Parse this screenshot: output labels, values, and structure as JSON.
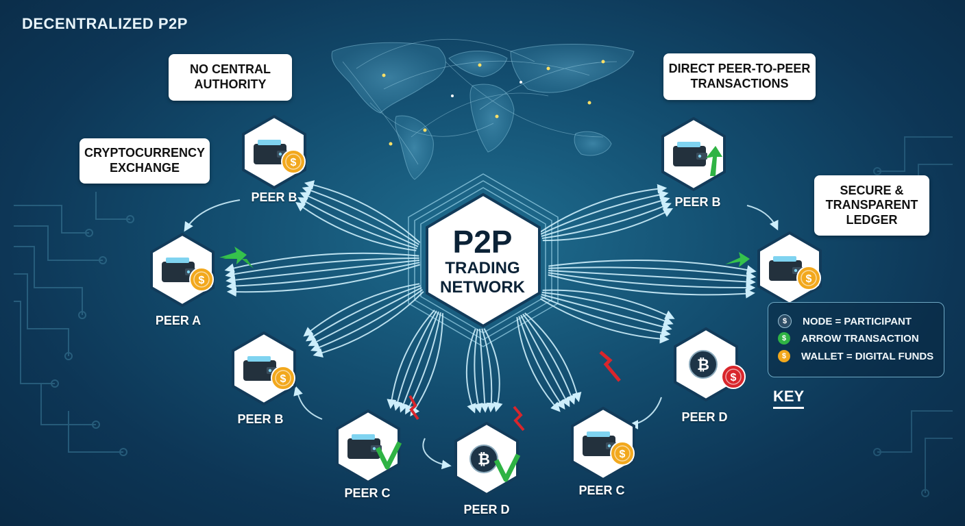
{
  "title": "DECENTRALIZED P2P",
  "hub": {
    "line1": "P2P",
    "line2": "TRADING\nNETWORK"
  },
  "callouts": [
    {
      "id": "no-central-authority",
      "text": "NO CENTRAL\nAUTHORITY"
    },
    {
      "id": "cryptocurrency-exchange",
      "text": "CRYPTOCURRENCY\nEXCHANGE"
    },
    {
      "id": "direct-p2p",
      "text": "DIRECT PEER-TO-PEER\nTRANSACTIONS"
    },
    {
      "id": "secure-ledger",
      "text": "SECURE &\nTRANSPARENT\nLEDGER"
    }
  ],
  "peers": [
    {
      "id": "peer-b-top",
      "label": "PEER B",
      "icon": "wallet-icon",
      "badge": "dollar-coin-icon"
    },
    {
      "id": "peer-a",
      "label": "PEER A",
      "icon": "wallet-icon",
      "badge": "dollar-coin-icon"
    },
    {
      "id": "peer-b-mid",
      "label": "PEER B",
      "icon": "wallet-icon",
      "badge": "dollar-coin-icon"
    },
    {
      "id": "peer-c-left",
      "label": "PEER C",
      "icon": "wallet-icon",
      "badge": "checkmark-icon"
    },
    {
      "id": "peer-d-bottom",
      "label": "PEER D",
      "icon": "bitcoin-coin-icon",
      "badge": "checkmark-icon"
    },
    {
      "id": "peer-c-right",
      "label": "PEER C",
      "icon": "wallet-icon",
      "badge": "dollar-coin-icon"
    },
    {
      "id": "peer-d-right",
      "label": "PEER D",
      "icon": "bitcoin-coin-icon",
      "badge": "red-dollar-coin-icon"
    },
    {
      "id": "peer-b-right",
      "label": "PEER B",
      "icon": "wallet-icon",
      "badge": "green-arrow-icon"
    },
    {
      "id": "peer-far-right",
      "label": "",
      "icon": "wallet-icon",
      "badge": "dollar-coin-icon"
    }
  ],
  "key": {
    "title": "KEY",
    "items": [
      {
        "label": "NODE = PARTICIPANT",
        "color": "#2d4d66"
      },
      {
        "label": "ARROW TRANSACTION",
        "color": "#2fb344"
      },
      {
        "label": "WALLET = DIGITAL FUNDS",
        "color": "#f2a81d"
      }
    ],
    "coin_symbol": "$"
  },
  "colors": {
    "accent_green": "#2fb344",
    "accent_red": "#d9262c",
    "coin_gold": "#f2a81d",
    "line_light": "#bfe6f5",
    "hex_border": "#123b5a"
  }
}
